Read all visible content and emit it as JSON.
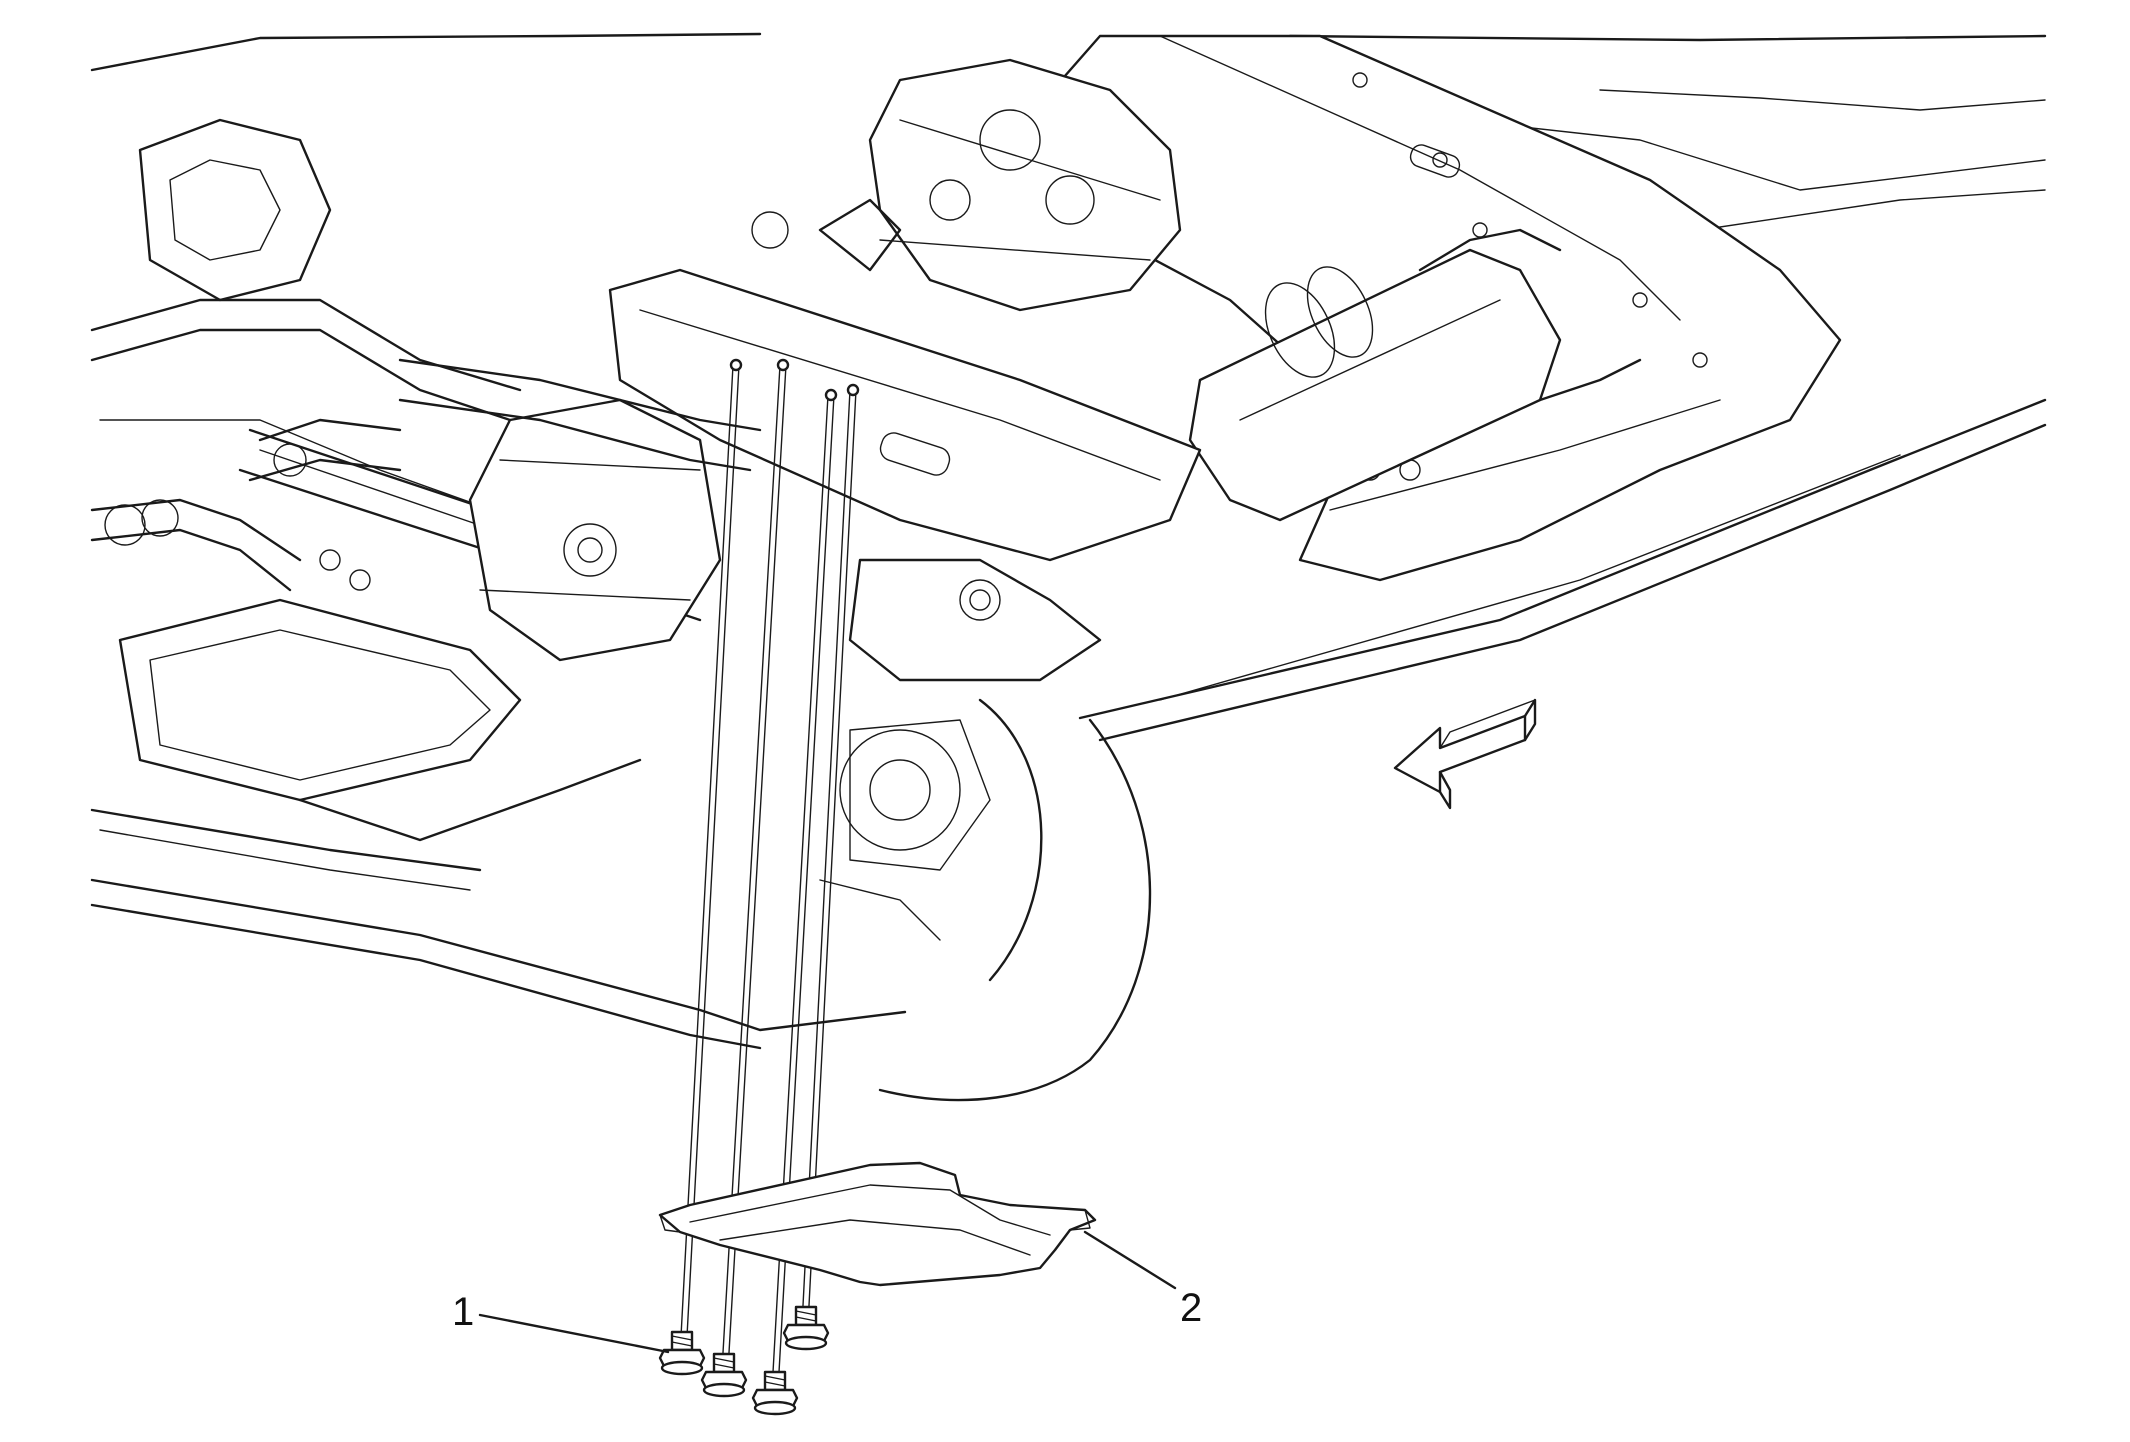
{
  "diagram": {
    "callouts": [
      {
        "id": "1",
        "label": "1",
        "part": "fasteners"
      },
      {
        "id": "2",
        "label": "2",
        "part": "shield"
      }
    ],
    "line_color": "#1a1a1a",
    "background": "#ffffff"
  }
}
